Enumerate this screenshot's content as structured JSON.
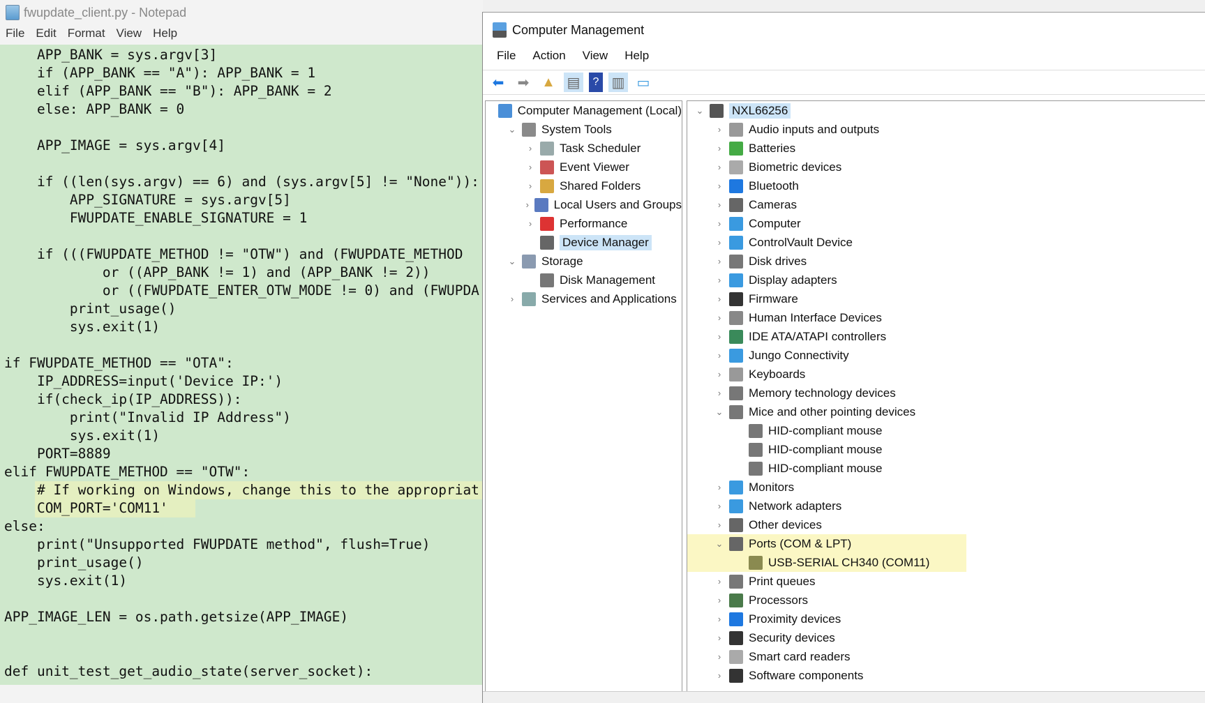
{
  "notepad": {
    "title": "fwupdate_client.py - Notepad",
    "menu": [
      "File",
      "Edit",
      "Format",
      "View",
      "Help"
    ],
    "lines": [
      "    APP_BANK = sys.argv[3]",
      "    if (APP_BANK == \"A\"): APP_BANK = 1",
      "    elif (APP_BANK == \"B\"): APP_BANK = 2",
      "    else: APP_BANK = 0",
      "",
      "    APP_IMAGE = sys.argv[4]",
      "",
      "    if ((len(sys.argv) == 6) and (sys.argv[5] != \"None\")):",
      "        APP_SIGNATURE = sys.argv[5]",
      "        FWUPDATE_ENABLE_SIGNATURE = 1",
      "",
      "    if (((FWUPDATE_METHOD != \"OTW\") and (FWUPDATE_METHOD",
      "            or ((APP_BANK != 1) and (APP_BANK != 2))",
      "            or ((FWUPDATE_ENTER_OTW_MODE != 0) and (FWUPDA",
      "        print_usage()",
      "        sys.exit(1)",
      "",
      "if FWUPDATE_METHOD == \"OTA\":",
      "    IP_ADDRESS=input('Device IP:')",
      "    if(check_ip(IP_ADDRESS)):",
      "        print(\"Invalid IP Address\")",
      "        sys.exit(1)",
      "    PORT=8889",
      "elif FWUPDATE_METHOD == \"OTW\":",
      "    # If working on Windows, change this to the appropriat",
      "    COM_PORT='COM11'",
      "else:",
      "    print(\"Unsupported FWUPDATE method\", flush=True)",
      "    print_usage()",
      "    sys.exit(1)",
      "",
      "APP_IMAGE_LEN = os.path.getsize(APP_IMAGE)",
      "",
      "",
      "def unit_test_get_audio_state(server_socket):"
    ]
  },
  "cm": {
    "title": "Computer Management",
    "menu": [
      "File",
      "Action",
      "View",
      "Help"
    ],
    "left": [
      {
        "label": "Computer Management (Local)",
        "level": 0,
        "chev": "",
        "color": "#4a8fd8"
      },
      {
        "label": "System Tools",
        "level": 1,
        "chev": "⌄",
        "color": "#8a8a8a"
      },
      {
        "label": "Task Scheduler",
        "level": 2,
        "chev": "›",
        "color": "#9aa"
      },
      {
        "label": "Event Viewer",
        "level": 2,
        "chev": "›",
        "color": "#c55"
      },
      {
        "label": "Shared Folders",
        "level": 2,
        "chev": "›",
        "color": "#d8a840"
      },
      {
        "label": "Local Users and Groups",
        "level": 2,
        "chev": "›",
        "color": "#5a7ac0"
      },
      {
        "label": "Performance",
        "level": 2,
        "chev": "›",
        "color": "#d33"
      },
      {
        "label": "Device Manager",
        "level": 2,
        "chev": "",
        "color": "#666",
        "selected": true
      },
      {
        "label": "Storage",
        "level": 1,
        "chev": "⌄",
        "color": "#8a9ab0"
      },
      {
        "label": "Disk Management",
        "level": 2,
        "chev": "",
        "color": "#777"
      },
      {
        "label": "Services and Applications",
        "level": 1,
        "chev": "›",
        "color": "#8aa"
      }
    ],
    "right": [
      {
        "label": "NXL66256",
        "level": 0,
        "chev": "⌄",
        "color": "#555",
        "selected": true
      },
      {
        "label": "Audio inputs and outputs",
        "level": 1,
        "chev": "›",
        "color": "#999"
      },
      {
        "label": "Batteries",
        "level": 1,
        "chev": "›",
        "color": "#4a4"
      },
      {
        "label": "Biometric devices",
        "level": 1,
        "chev": "›",
        "color": "#aaa"
      },
      {
        "label": "Bluetooth",
        "level": 1,
        "chev": "›",
        "color": "#1e78e0"
      },
      {
        "label": "Cameras",
        "level": 1,
        "chev": "›",
        "color": "#666"
      },
      {
        "label": "Computer",
        "level": 1,
        "chev": "›",
        "color": "#3a9ae0"
      },
      {
        "label": "ControlVault Device",
        "level": 1,
        "chev": "›",
        "color": "#3a9ae0"
      },
      {
        "label": "Disk drives",
        "level": 1,
        "chev": "›",
        "color": "#777"
      },
      {
        "label": "Display adapters",
        "level": 1,
        "chev": "›",
        "color": "#3a9ae0"
      },
      {
        "label": "Firmware",
        "level": 1,
        "chev": "›",
        "color": "#333"
      },
      {
        "label": "Human Interface Devices",
        "level": 1,
        "chev": "›",
        "color": "#888"
      },
      {
        "label": "IDE ATA/ATAPI controllers",
        "level": 1,
        "chev": "›",
        "color": "#3a8a5a"
      },
      {
        "label": "Jungo Connectivity",
        "level": 1,
        "chev": "›",
        "color": "#3a9ae0"
      },
      {
        "label": "Keyboards",
        "level": 1,
        "chev": "›",
        "color": "#999"
      },
      {
        "label": "Memory technology devices",
        "level": 1,
        "chev": "›",
        "color": "#777"
      },
      {
        "label": "Mice and other pointing devices",
        "level": 1,
        "chev": "⌄",
        "color": "#777"
      },
      {
        "label": "HID-compliant mouse",
        "level": 2,
        "chev": "",
        "color": "#777"
      },
      {
        "label": "HID-compliant mouse",
        "level": 2,
        "chev": "",
        "color": "#777"
      },
      {
        "label": "HID-compliant mouse",
        "level": 2,
        "chev": "",
        "color": "#777"
      },
      {
        "label": "Monitors",
        "level": 1,
        "chev": "›",
        "color": "#3a9ae0"
      },
      {
        "label": "Network adapters",
        "level": 1,
        "chev": "›",
        "color": "#3a9ae0"
      },
      {
        "label": "Other devices",
        "level": 1,
        "chev": "›",
        "color": "#666"
      },
      {
        "label": "Ports (COM & LPT)",
        "level": 1,
        "chev": "⌄",
        "color": "#666",
        "highlight": true
      },
      {
        "label": "USB-SERIAL CH340 (COM11)",
        "level": 2,
        "chev": "",
        "color": "#8a8a50",
        "highlight": true
      },
      {
        "label": "Print queues",
        "level": 1,
        "chev": "›",
        "color": "#777"
      },
      {
        "label": "Processors",
        "level": 1,
        "chev": "›",
        "color": "#4a7a4a"
      },
      {
        "label": "Proximity devices",
        "level": 1,
        "chev": "›",
        "color": "#1e78e0"
      },
      {
        "label": "Security devices",
        "level": 1,
        "chev": "›",
        "color": "#333"
      },
      {
        "label": "Smart card readers",
        "level": 1,
        "chev": "›",
        "color": "#aaa"
      },
      {
        "label": "Software components",
        "level": 1,
        "chev": "›",
        "color": "#333"
      }
    ]
  }
}
